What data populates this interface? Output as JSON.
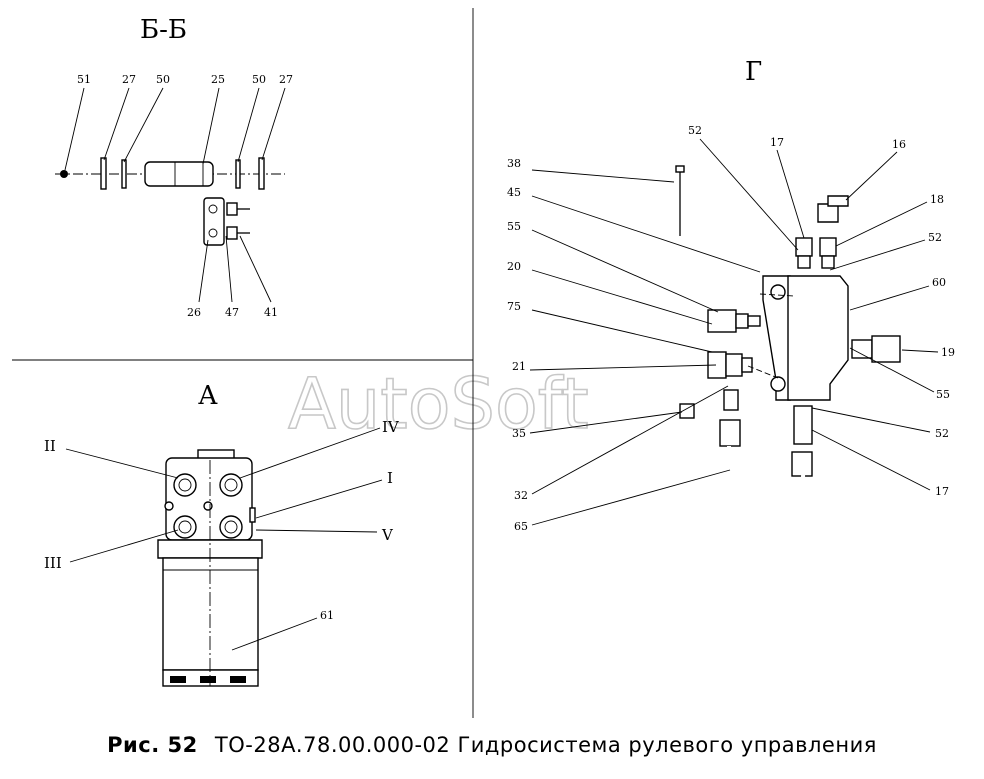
{
  "watermark": "AutoSoft",
  "caption": {
    "fig_label": "Рис. 52",
    "text": "ТО-28А.78.00.000-02  Гидросистема  рулевого  управления"
  },
  "views": {
    "bb": {
      "title": "Б-Б",
      "labels": [
        "51",
        "27",
        "50",
        "25",
        "50",
        "27",
        "26",
        "47",
        "41"
      ]
    },
    "a": {
      "title": "А",
      "labels": [
        "II",
        "IV",
        "I",
        "III",
        "V",
        "61"
      ]
    },
    "g": {
      "title": "Г",
      "labels": [
        "52",
        "17",
        "16",
        "38",
        "18",
        "45",
        "52",
        "55",
        "60",
        "20",
        "75",
        "19",
        "21",
        "55",
        "35",
        "52",
        "17",
        "32",
        "65"
      ]
    }
  }
}
